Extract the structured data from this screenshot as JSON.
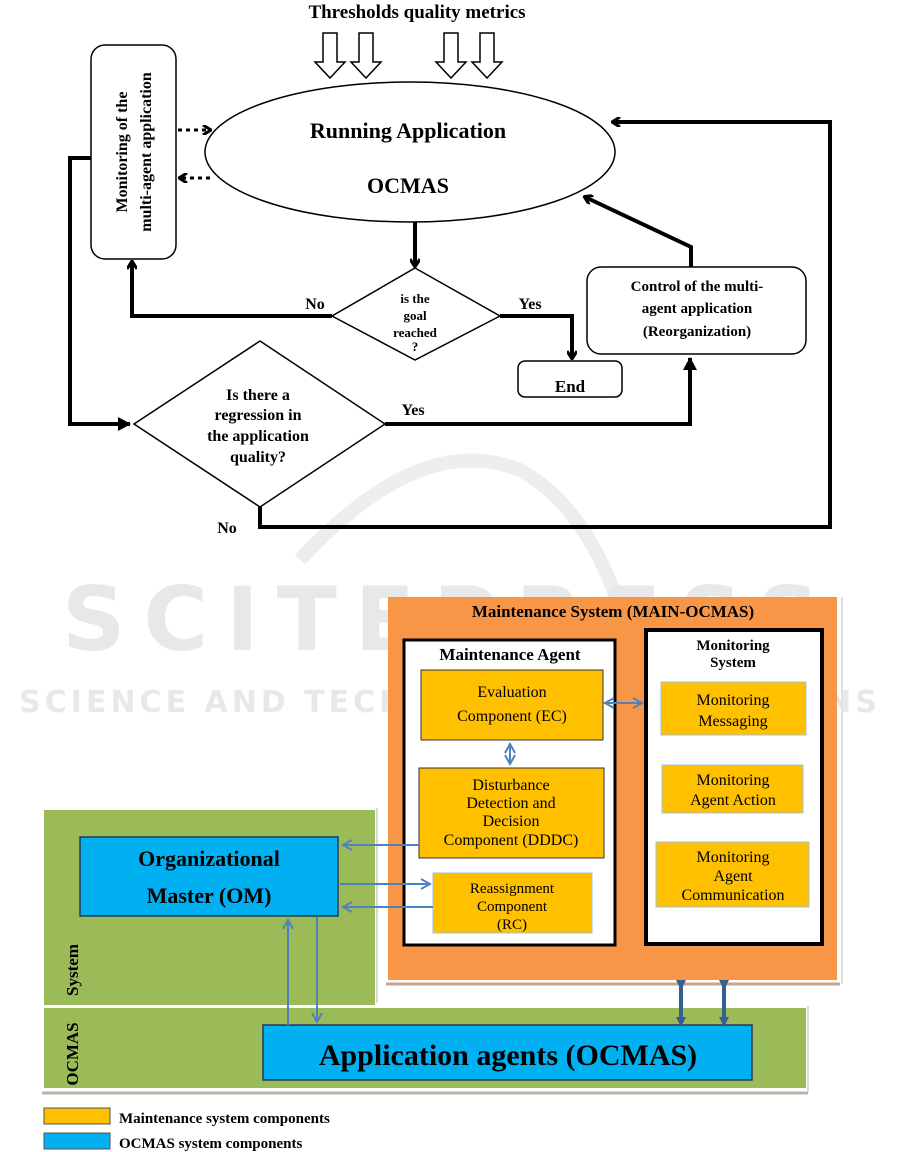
{
  "flowchart": {
    "thresholds_label": "Thresholds quality metrics",
    "running_app": {
      "line1": "Running Application",
      "line2": "OCMAS"
    },
    "monitoring_box": {
      "line1": "Monitoring  of the",
      "line2": "multi-agent application"
    },
    "goal_decision": {
      "lines": [
        "is the",
        "goal",
        "reached",
        "?"
      ],
      "no_label": "No",
      "yes_label": "Yes"
    },
    "end_box": "End",
    "control_box": {
      "lines": [
        "Control  of the multi-",
        "agent application",
        "(Reorganization)"
      ]
    },
    "regression_decision": {
      "lines": [
        "Is there a",
        "regression  in",
        "the application",
        "quality?"
      ],
      "yes_label": "Yes",
      "no_label": "No"
    }
  },
  "architecture": {
    "maintenance_system": {
      "title": "Maintenance System (MAIN-OCMAS)",
      "maintenance_agent": {
        "title": "Maintenance Agent",
        "components": [
          {
            "lines": [
              "Evaluation",
              "Component (EC)"
            ]
          },
          {
            "lines": [
              "Disturbance",
              "Detection and",
              "Decision",
              "Component (DDDC)"
            ]
          },
          {
            "lines": [
              "Reassignment",
              "Component",
              "(RC)"
            ]
          }
        ]
      },
      "monitoring_system": {
        "title_lines": [
          "Monitoring",
          "System"
        ],
        "components": [
          {
            "lines": [
              "Monitoring",
              "Messaging"
            ]
          },
          {
            "lines": [
              "Monitoring",
              "Agent  Action"
            ]
          },
          {
            "lines": [
              "Monitoring",
              "Agent",
              "Communication"
            ]
          }
        ]
      }
    },
    "ocmas_system": {
      "side_label_system": "System",
      "side_label_ocmas": "OCMAS",
      "organizational_master": {
        "line1": "Organizational",
        "line2": "Master (OM)"
      },
      "application_agents": "Application agents (OCMAS)"
    },
    "legend": [
      {
        "label": "Maintenance system components",
        "color": "#ffc000"
      },
      {
        "label": "OCMAS system components",
        "color": "#00b0f0"
      }
    ]
  },
  "watermark": {
    "line1": "SCITEPRESS",
    "line2": "SCIENCE AND TECHNOLOGY PUBLICATIONS"
  },
  "colors": {
    "orange_panel": "#f79646",
    "green_panel": "#9bbb59",
    "component_yellow": "#ffc000",
    "component_blue": "#00b0f0",
    "arrow_blue": "#4f81bd",
    "arrow_dark_blue": "#365f91"
  }
}
